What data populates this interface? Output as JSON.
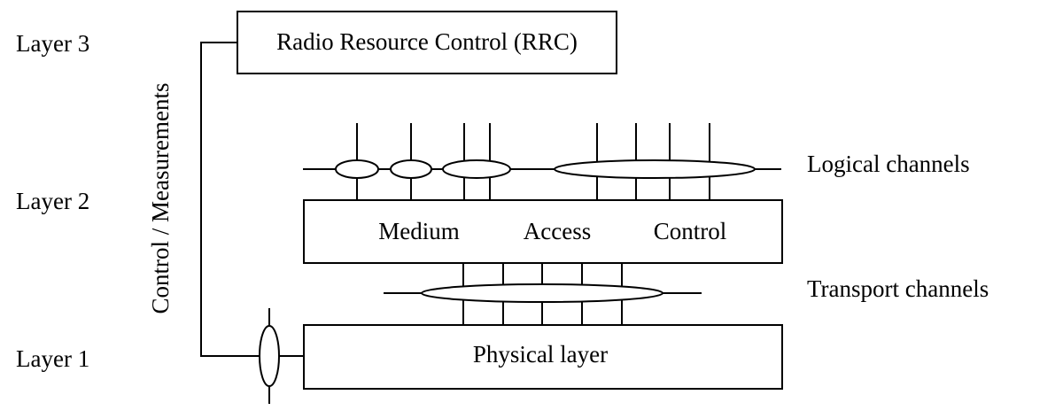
{
  "layers": {
    "layer3": "Layer 3",
    "layer2": "Layer 2",
    "layer1": "Layer 1"
  },
  "side_label": "Control / Measurements",
  "rrc": {
    "label": "Radio Resource Control (RRC)"
  },
  "mac": {
    "word1": "Medium",
    "word2": "Access",
    "word3": "Control"
  },
  "phy": {
    "label": "Physical layer"
  },
  "channels": {
    "logical": "Logical channels",
    "transport": "Transport channels"
  }
}
